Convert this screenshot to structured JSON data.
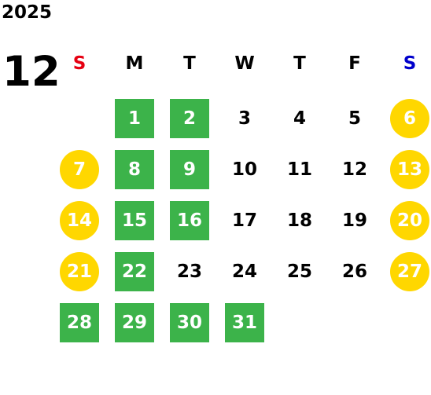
{
  "year": "2025",
  "month": "12",
  "colors": {
    "sunday_label": "#e60012",
    "saturday_label": "#0000cc",
    "weekday_label": "#000000",
    "highlight_fill": "#3cb34a",
    "weekend_fill": "#ffd700",
    "day_text_default": "#000000",
    "day_text_on_fill": "#ffffff"
  },
  "weekdays": [
    "S",
    "M",
    "T",
    "W",
    "T",
    "F",
    "S"
  ],
  "days": [
    {
      "label": "1",
      "type": "highlight"
    },
    {
      "label": "2",
      "type": "highlight"
    },
    {
      "label": "3",
      "type": "plain"
    },
    {
      "label": "4",
      "type": "plain"
    },
    {
      "label": "5",
      "type": "plain"
    },
    {
      "label": "6",
      "type": "weekend"
    },
    {
      "label": "7",
      "type": "weekend"
    },
    {
      "label": "8",
      "type": "highlight"
    },
    {
      "label": "9",
      "type": "highlight"
    },
    {
      "label": "10",
      "type": "plain"
    },
    {
      "label": "11",
      "type": "plain"
    },
    {
      "label": "12",
      "type": "plain"
    },
    {
      "label": "13",
      "type": "weekend"
    },
    {
      "label": "14",
      "type": "weekend"
    },
    {
      "label": "15",
      "type": "highlight"
    },
    {
      "label": "16",
      "type": "highlight"
    },
    {
      "label": "17",
      "type": "plain"
    },
    {
      "label": "18",
      "type": "plain"
    },
    {
      "label": "19",
      "type": "plain"
    },
    {
      "label": "20",
      "type": "weekend"
    },
    {
      "label": "21",
      "type": "weekend"
    },
    {
      "label": "22",
      "type": "highlight"
    },
    {
      "label": "23",
      "type": "plain"
    },
    {
      "label": "24",
      "type": "plain"
    },
    {
      "label": "25",
      "type": "plain"
    },
    {
      "label": "26",
      "type": "plain"
    },
    {
      "label": "27",
      "type": "weekend"
    },
    {
      "label": "28",
      "type": "highlight"
    },
    {
      "label": "29",
      "type": "highlight"
    },
    {
      "label": "30",
      "type": "highlight"
    },
    {
      "label": "31",
      "type": "highlight"
    }
  ]
}
